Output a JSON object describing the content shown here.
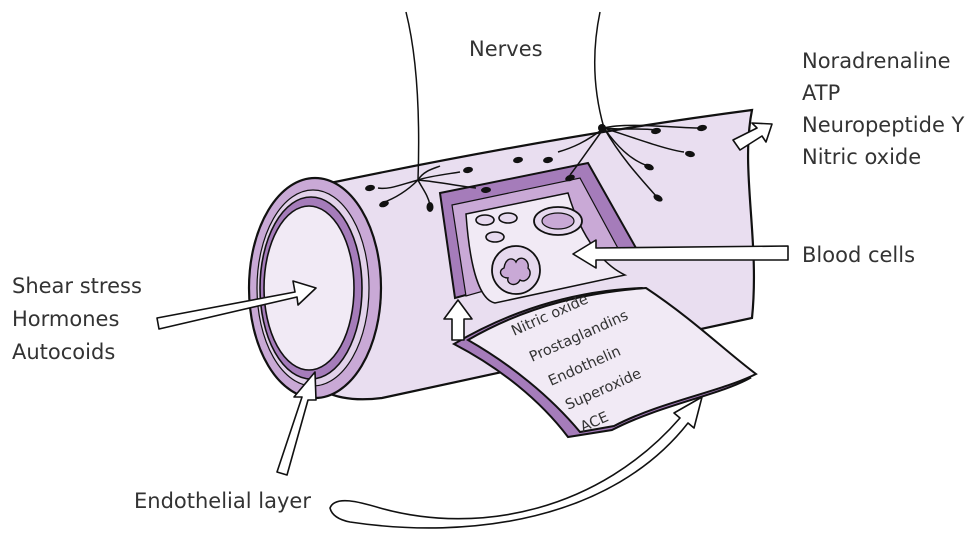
{
  "diagram": {
    "nerves_label": "Nerves",
    "release_labels": [
      "Noradrenaline",
      "ATP",
      "Neuropeptide Y",
      "Nitric oxide"
    ],
    "blood_cells_label": "Blood cells",
    "stimuli_labels": [
      "Shear stress",
      "Hormones",
      "Autocoids"
    ],
    "endothelial_label": "Endothelial layer",
    "flap_labels": [
      "Nitric oxide",
      "Prostaglandins",
      "Endothelin",
      "Superoxide",
      "ACE"
    ]
  },
  "colors": {
    "vessel_light": "#e9def0",
    "vessel_mid": "#c9a9d6",
    "vessel_dark": "#a57cba",
    "outline": "#111111",
    "text": "#333333"
  }
}
